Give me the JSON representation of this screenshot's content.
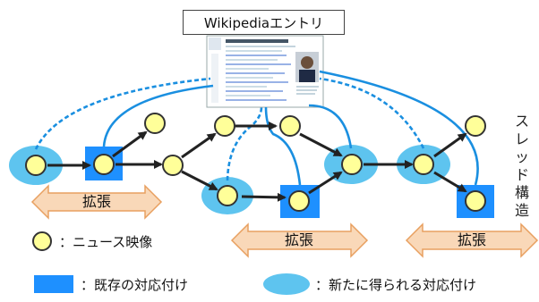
{
  "wiki_entry": {
    "label": "Wikipediaエントリ"
  },
  "structure_label": "スレッド構造",
  "expansion": {
    "labels": [
      "拡張",
      "拡張",
      "拡張"
    ]
  },
  "legend": {
    "news_video": "：ニュース映像",
    "existing_link": "：既存の対応付け",
    "new_link": "：新たに得られる対応付け"
  },
  "colors": {
    "node_fill": "#ffff99",
    "existing_square": "#1e90ff",
    "new_ellipse": "#5ec4ef",
    "connector": "#1a8fe0",
    "arrow": "#222222",
    "expansion_fill": "#f9d8b8",
    "expansion_stroke": "#e8a060"
  }
}
